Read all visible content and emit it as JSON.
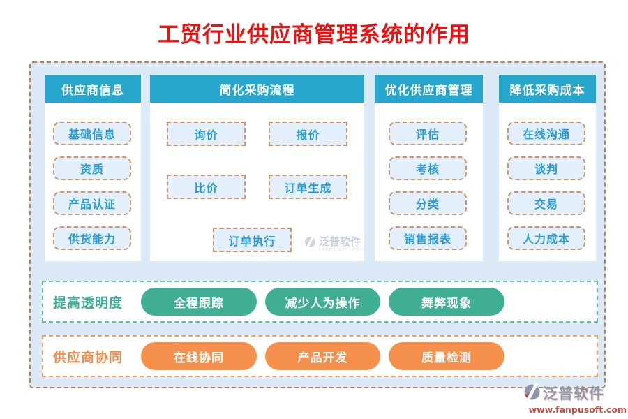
{
  "title": "工贸行业供应商管理系统的作用",
  "columns": [
    {
      "title": "供应商信息",
      "items": [
        "基础信息",
        "资质",
        "产品认证",
        "供货能力"
      ]
    },
    {
      "title": "简化采购流程",
      "items": [
        "询价",
        "报价",
        "比价",
        "订单生成",
        "订单执行"
      ]
    },
    {
      "title": "优化供应商管理",
      "items": [
        "评估",
        "考核",
        "分类",
        "销售报表"
      ]
    },
    {
      "title": "降低采购成本",
      "items": [
        "在线沟通",
        "谈判",
        "交易",
        "人力成本"
      ]
    }
  ],
  "rows": [
    {
      "label": "提高透明度",
      "pills": [
        "全程跟踪",
        "减少人为操作",
        "舞弊现象"
      ],
      "color": "#3FAE93"
    },
    {
      "label": "供应商协同",
      "pills": [
        "在线协同",
        "产品开发",
        "质量检测"
      ],
      "color": "#F5914D"
    }
  ],
  "watermark": {
    "brand": "泛普软件",
    "subtext": "FANPU SOFTWARE"
  },
  "footer_logo": {
    "brand": "泛普软件",
    "url": "www.fanpusoft.com"
  },
  "colors": {
    "title_red": "#EE1111",
    "header_teal": "#27A6CD",
    "box_bg": "#E3F0FB",
    "box_border": "#CE9467",
    "box_text": "#2B9AD3",
    "container_bg": "#DCEAF8",
    "container_border": "#C08049",
    "green_pill": "#3FAE93",
    "green_border": "#5BBFA3",
    "orange_pill": "#F5914D",
    "orange_border": "#F49B57",
    "brand_grey": "#8C96A8",
    "url_red": "#C94F43"
  }
}
